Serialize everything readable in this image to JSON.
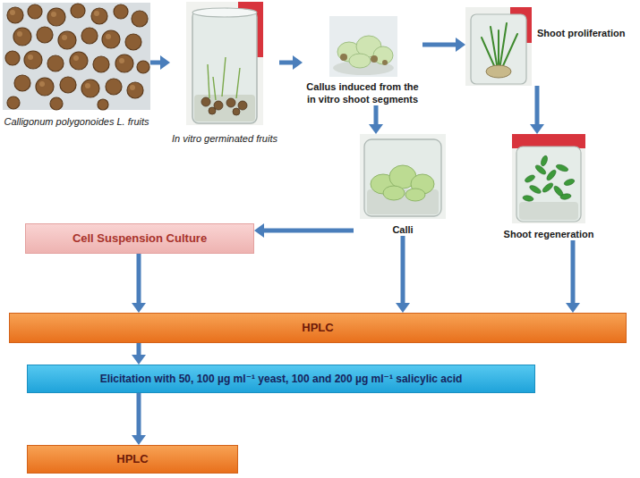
{
  "diagram": {
    "nodes": [
      {
        "text": [
          "Calligonum polygonoides L. fruits"
        ]
      },
      {
        "text": [
          "In vitro germinated fruits"
        ]
      },
      {
        "text": [
          "Callus induced from the in vitro shoot segments"
        ]
      },
      {
        "text": [
          "Shoot proliferation"
        ]
      },
      {
        "text": [
          "Cell Suspension Culture"
        ]
      },
      {
        "text": [
          "Calli"
        ]
      },
      {
        "text": [
          "Shoot regeneration"
        ]
      },
      {
        "text": [
          "HPLC"
        ]
      },
      {
        "text": [
          "Elicitation with 50, 100 µg ml⁻¹ yeast, 100 and 200 µg ml⁻¹ salicylic acid"
        ]
      },
      {
        "text": [
          "HPLC"
        ]
      }
    ],
    "edges": [
      {
        "from": 0,
        "to": 1,
        "arrow": "to"
      },
      {
        "from": 1,
        "to": 2,
        "arrow": "to"
      },
      {
        "from": 2,
        "to": 3,
        "arrow": "to"
      },
      {
        "from": 2,
        "to": 5,
        "arrow": "to"
      },
      {
        "from": 3,
        "to": 6,
        "arrow": "to"
      },
      {
        "from": 5,
        "to": 4,
        "arrow": "to"
      },
      {
        "from": 4,
        "to": 7,
        "arrow": "to"
      },
      {
        "from": 5,
        "to": 7,
        "arrow": "to"
      },
      {
        "from": 6,
        "to": 7,
        "arrow": "to"
      },
      {
        "from": 7,
        "to": 8,
        "arrow": "to"
      },
      {
        "from": 8,
        "to": 9,
        "arrow": "to"
      }
    ]
  }
}
